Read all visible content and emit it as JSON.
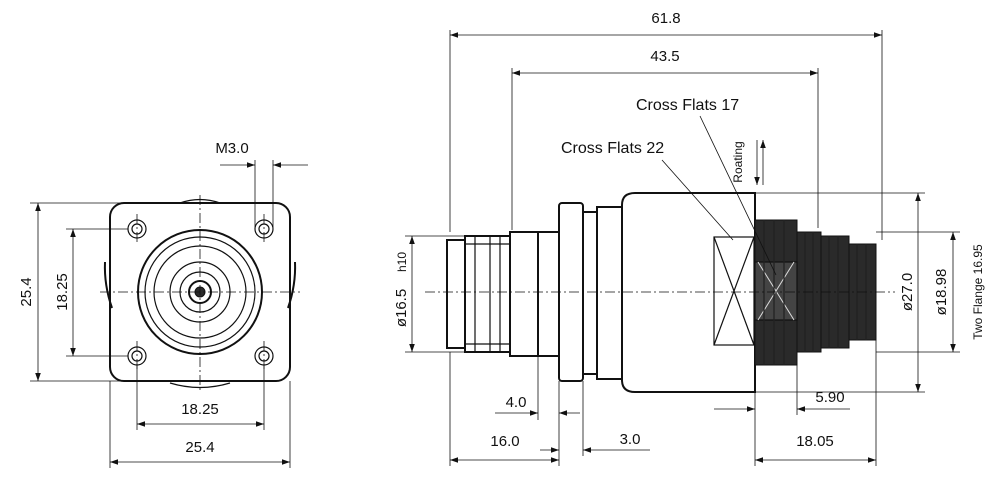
{
  "front_view": {
    "dims": {
      "thread": "M3.0",
      "outer_height": "25.4",
      "hole_height": "18.25",
      "hole_width": "18.25",
      "outer_width": "25.4"
    }
  },
  "side_view": {
    "dims": {
      "overall_length": "61.8",
      "body_length": "43.5",
      "flange_thickness": "4.0",
      "left_length": "16.0",
      "flange_offset": "3.0",
      "nut_offset": "5.90",
      "right_length": "18.05",
      "left_diameter": "ø16.5",
      "left_diameter_tol": "h10",
      "body_diameter": "ø27.0",
      "nut_diameter": "ø18.98",
      "two_flange": "Two Flange 16.95"
    },
    "labels": {
      "cross_flats_17": "Cross Flats 17",
      "cross_flats_22": "Cross Flats 22",
      "rotating": "Roating"
    }
  }
}
